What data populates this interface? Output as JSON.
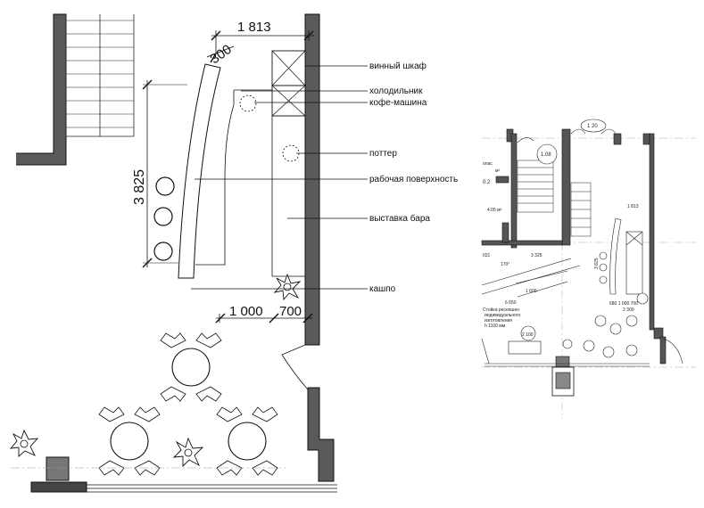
{
  "main_plan": {
    "dimensions": {
      "width_top": "1 813",
      "width_300": "300",
      "height_left": "3 825",
      "bottom_1000": "1 000",
      "bottom_700": "700"
    },
    "labels": [
      "винный шкаф",
      "холодильник",
      "кофе-машина",
      "поттер",
      "рабочая поверхность",
      "выставка бара",
      "кашпо"
    ]
  },
  "overview_plan": {
    "texts": {
      "dim_120": "1 20",
      "room_108": "1.08",
      "label_m2": "м²",
      "area_102": "0.2",
      "area_405": "4.05 м²",
      "dim_1813": "1 813",
      "dim_031": "031",
      "dim_3325": "3 325",
      "angle_170": "170°",
      "dim_3825": "3 825",
      "dim_1600": "1 600",
      "dim_6650": "6 650",
      "reception_line1": "Стойка ресепшен",
      "reception_line2": "индивидуального",
      "reception_line3": "изготовления",
      "reception_line4": "h 1100 мм",
      "dim_680": "680 1 000 700",
      "dim_2300": "2 300",
      "dim_2100": "2 100",
      "label_kolas": "олас"
    }
  }
}
